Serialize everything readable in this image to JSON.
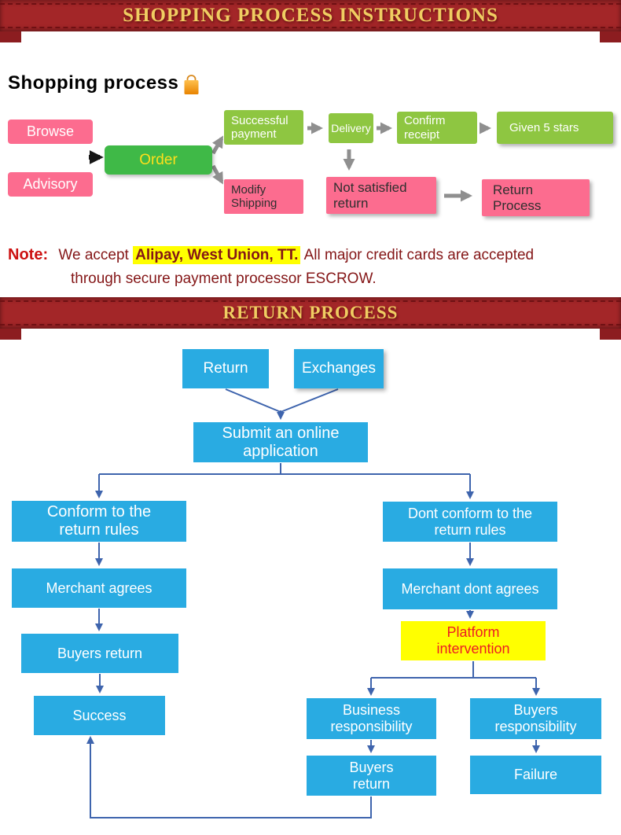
{
  "banners": {
    "shopping": "SHOPPING PROCESS INSTRUCTIONS",
    "return": "RETURN PROCESS"
  },
  "shopping": {
    "heading": "Shopping process",
    "nodes": {
      "browse": "Browse",
      "advisory": "Advisory",
      "order": "Order",
      "successful_payment": "Successful\npayment",
      "modify_shipping": "Modify\nShipping",
      "delivery": "Delivery",
      "confirm_receipt": "Confirm\nreceipt",
      "given_5_stars": "Given 5 stars",
      "not_satisfied_return": "Not satisfied\nreturn",
      "return_process": "Return\nProcess"
    }
  },
  "note": {
    "label": "Note:",
    "accept": "We accept",
    "highlight": "Alipay, West Union, TT.",
    "rest": "All major credit cards are accepted",
    "line2": "through secure payment processor ESCROW."
  },
  "return_flow": {
    "nodes": {
      "return": "Return",
      "exchanges": "Exchanges",
      "submit": "Submit an online\napplication",
      "conform": "Conform to the\nreturn rules",
      "dont_conform": "Dont conform to the\nreturn rules",
      "merchant_agrees": "Merchant agrees",
      "merchant_dont_agrees": "Merchant dont agrees",
      "buyers_return": "Buyers return",
      "platform_intervention": "Platform\nintervention",
      "success": "Success",
      "business_responsibility": "Business\nresponsibility",
      "buyers_responsibility": "Buyers\nresponsibility",
      "buyers_return_2": "Buyers\nreturn",
      "failure": "Failure"
    }
  },
  "icons": {
    "shopping_bag": "shopping-bag-icon"
  },
  "colors": {
    "banner_red": "#a32628",
    "banner_gold": "#f0cd62",
    "pink": "#fc6c8f",
    "order_green": "#3fb947",
    "lime_green": "#8ec641",
    "flow_blue": "#29abe2",
    "connector_blue": "#3e64ad",
    "highlight_yellow": "#ffff00",
    "note_red": "#841617"
  }
}
